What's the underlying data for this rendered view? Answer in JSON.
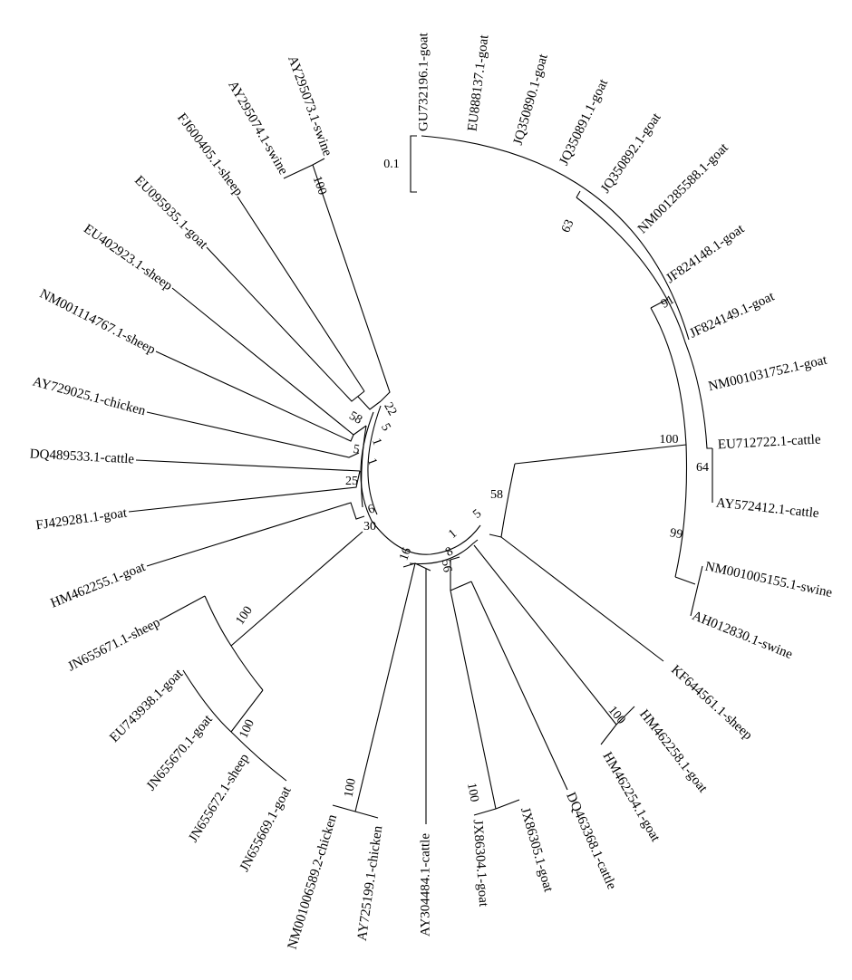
{
  "title": "Circular phylogenetic tree",
  "scale_bar": {
    "label": "0.1"
  },
  "leaves": [
    "GU732196.1-goat",
    "EU888137.1-goat",
    "JQ350890.1-goat",
    "JQ350891.1-goat",
    "JQ350892.1-goat",
    "NM001285588.1-goat",
    "JF824148.1-goat",
    "JF824149.1-goat",
    "NM001031752.1-goat",
    "EU712722.1-cattle",
    "AY572412.1-cattle",
    "NM001005155.1-swine",
    "AH012830.1-swine",
    "KF644561.1-sheep",
    "HM462258.1-goat",
    "HM462254.1-goat",
    "DQ463368.1-cattle",
    "JX86305.1-goat",
    "JX86304.1-goat",
    "AY304484.1-cattle",
    "AY725199.1-chicken",
    "NM001006589.2-chicken",
    "JN655669.1-goat",
    "JN655672.1-sheep",
    "JN655670.1-goat",
    "EU743938.1-goat",
    "JN655671.1-sheep",
    "HM462255.1-goat",
    "FJ429281.1-goat",
    "DQ489533.1-cattle",
    "AY729025.1-chicken",
    "NM001114767.1-sheep",
    "EU402923.1-sheep",
    "EU095935.1-goat",
    "FJ600405.1-sheep",
    "AY295074.1-swine",
    "AY295073.1-swine"
  ],
  "bootstrap": [
    "100",
    "22",
    "58",
    "5",
    "1",
    "5",
    "1",
    "25",
    "6",
    "30",
    "16",
    "1",
    "8",
    "5",
    "58",
    "56",
    "63",
    "91",
    "100",
    "64",
    "99",
    "100",
    "100",
    "100",
    "100",
    "100"
  ]
}
